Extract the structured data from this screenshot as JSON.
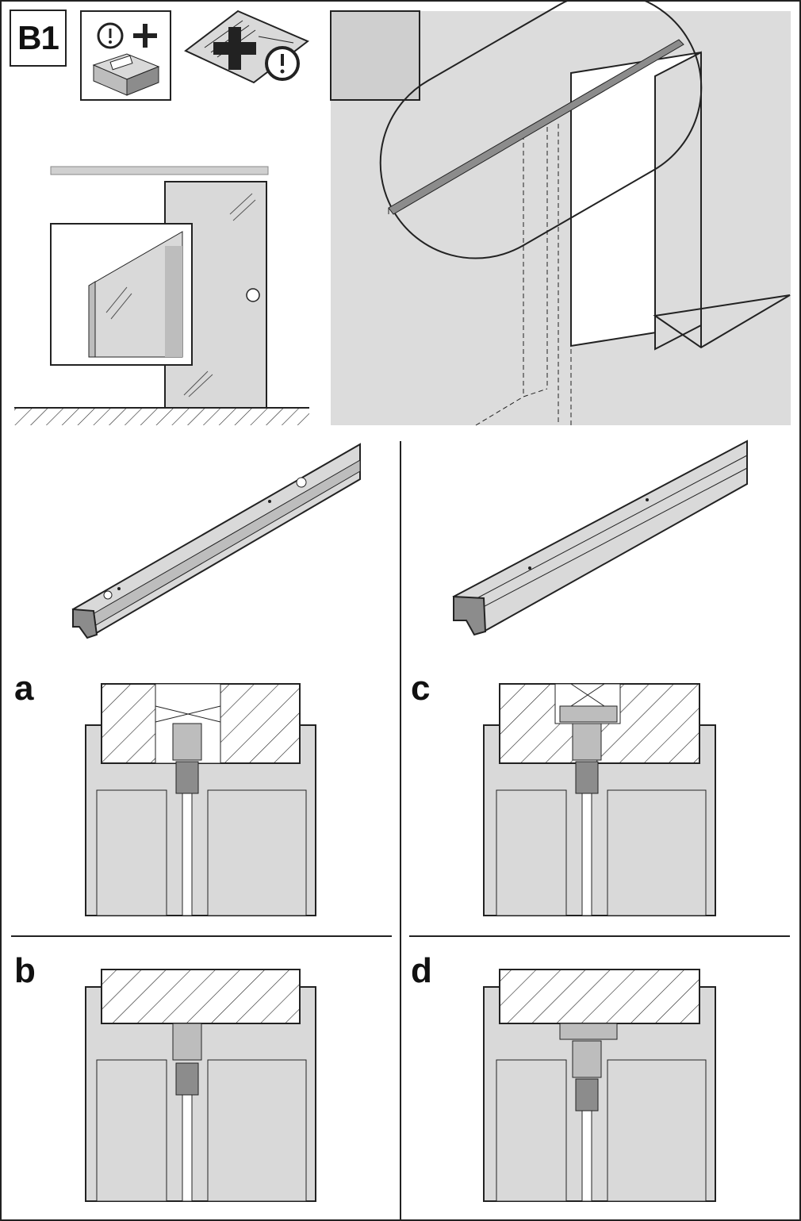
{
  "step": {
    "label": "B1"
  },
  "panels": [
    {
      "letter": "a"
    },
    {
      "letter": "b"
    },
    {
      "letter": "c"
    },
    {
      "letter": "d"
    }
  ],
  "icons": [
    "check-contents-icon",
    "read-instructions-icon",
    "visual-inspection-icon"
  ],
  "colors": {
    "line": "#222222",
    "fill_light": "#d9d9d9",
    "fill_mid": "#bdbdbd",
    "fill_dark": "#8c8c8c",
    "background": "#ffffff"
  }
}
